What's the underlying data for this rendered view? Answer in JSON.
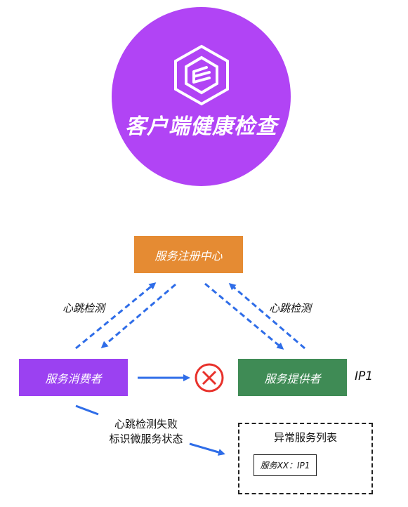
{
  "hero": {
    "title": "客户端健康检查",
    "logo_icon": "hexagon-e-logo-icon",
    "background": "#b144f5"
  },
  "nodes": {
    "registry": "服务注册中心",
    "consumer": "服务消费者",
    "provider": "服务提供者"
  },
  "labels": {
    "heartbeat_left": "心跳检测",
    "heartbeat_right": "心跳检测",
    "provider_ip": "IP1",
    "fail_note_line1": "心跳检测失败",
    "fail_note_line2": "标识微服务状态"
  },
  "abnormal_list": {
    "title": "异常服务列表",
    "item": "服务XX：IP1"
  },
  "colors": {
    "registry": "#e58b33",
    "consumer": "#9b41f1",
    "provider": "#3f8b55",
    "arrow": "#2f6de8",
    "fail_icon": "#e8322c"
  },
  "icons": {
    "fail": "x-circle-icon"
  }
}
